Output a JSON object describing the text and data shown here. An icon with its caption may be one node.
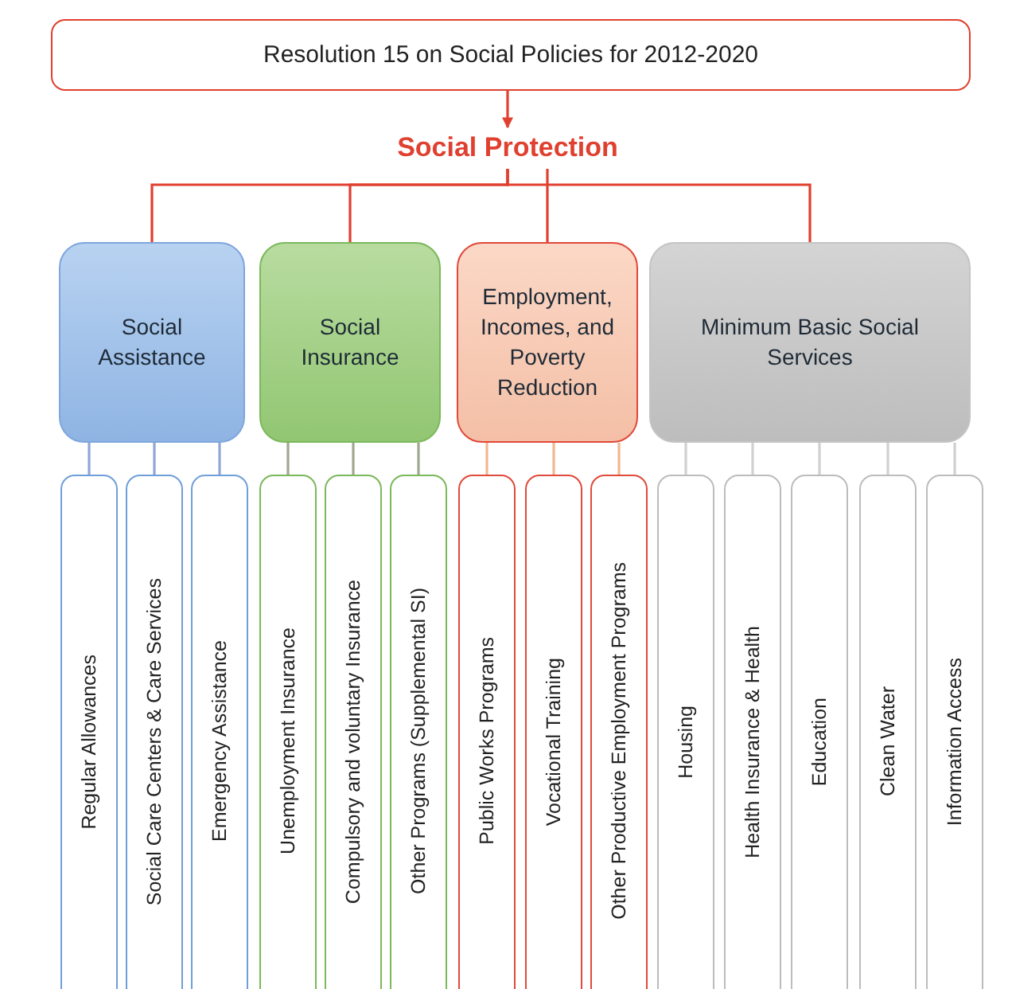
{
  "diagram": {
    "nodes": [
      {
        "text": [
          "Resolution 15 on Social Policies for 2012-2020"
        ]
      },
      {
        "text": [
          "Social Protection"
        ]
      },
      {
        "text": [
          "Social Assistance"
        ]
      },
      {
        "text": [
          "Social Insurance"
        ]
      },
      {
        "text": [
          "Employment, Incomes, and Poverty Reduction"
        ]
      },
      {
        "text": [
          "Minimum Basic Social Services"
        ]
      },
      {
        "text": [
          "Regular Allowances"
        ]
      },
      {
        "text": [
          "Social Care Centers & Care Services"
        ]
      },
      {
        "text": [
          "Emergency Assistance"
        ]
      },
      {
        "text": [
          "Unemployment Insurance"
        ]
      },
      {
        "text": [
          "Compulsory and voluntary Insurance"
        ]
      },
      {
        "text": [
          "Other Programs (Supplemental SI)"
        ]
      },
      {
        "text": [
          "Public Works Programs"
        ]
      },
      {
        "text": [
          "Vocational Training"
        ]
      },
      {
        "text": [
          "Other Productive Employment Programs"
        ]
      },
      {
        "text": [
          "Housing"
        ]
      },
      {
        "text": [
          "Health Insurance & Health"
        ]
      },
      {
        "text": [
          "Education"
        ]
      },
      {
        "text": [
          "Clean Water"
        ]
      },
      {
        "text": [
          "Information Access"
        ]
      }
    ],
    "edges": [
      {
        "from": 0,
        "to": 1,
        "arrow": "to",
        "color": "#e0402f"
      },
      {
        "from": 1,
        "to": 2,
        "arrow": "none",
        "color": "#e0402f"
      },
      {
        "from": 1,
        "to": 3,
        "arrow": "none",
        "color": "#e0402f"
      },
      {
        "from": 1,
        "to": 4,
        "arrow": "none",
        "color": "#e0402f"
      },
      {
        "from": 1,
        "to": 5,
        "arrow": "none",
        "color": "#e0402f"
      },
      {
        "from": 2,
        "to": 6,
        "arrow": "none",
        "color": "#8fa6d6"
      },
      {
        "from": 2,
        "to": 7,
        "arrow": "none",
        "color": "#8fa6d6"
      },
      {
        "from": 2,
        "to": 8,
        "arrow": "none",
        "color": "#8fa6d6"
      },
      {
        "from": 3,
        "to": 9,
        "arrow": "none",
        "color": "#a0a890"
      },
      {
        "from": 3,
        "to": 10,
        "arrow": "none",
        "color": "#a0a890"
      },
      {
        "from": 3,
        "to": 11,
        "arrow": "none",
        "color": "#a0a890"
      },
      {
        "from": 4,
        "to": 12,
        "arrow": "none",
        "color": "#f0b890"
      },
      {
        "from": 4,
        "to": 13,
        "arrow": "none",
        "color": "#f0b890"
      },
      {
        "from": 4,
        "to": 14,
        "arrow": "none",
        "color": "#f0b890"
      },
      {
        "from": 5,
        "to": 15,
        "arrow": "none",
        "color": "#d0d0d0"
      },
      {
        "from": 5,
        "to": 16,
        "arrow": "none",
        "color": "#d0d0d0"
      },
      {
        "from": 5,
        "to": 17,
        "arrow": "none",
        "color": "#d0d0d0"
      },
      {
        "from": 5,
        "to": 18,
        "arrow": "none",
        "color": "#d0d0d0"
      },
      {
        "from": 5,
        "to": 19,
        "arrow": "none",
        "color": "#d0d0d0"
      }
    ]
  }
}
